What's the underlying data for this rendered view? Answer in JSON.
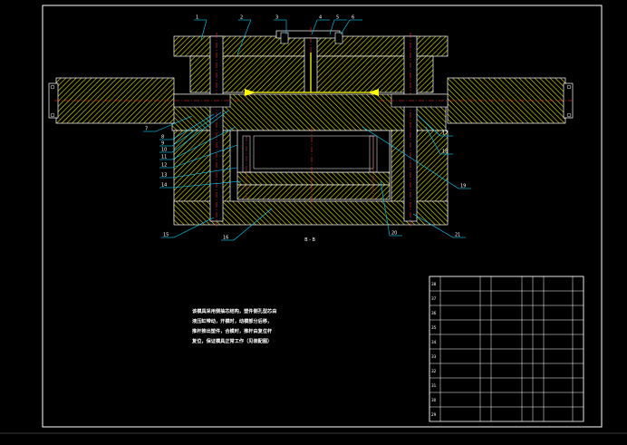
{
  "drawing": {
    "section_label": "B - B",
    "notes": [
      "该模具采用侧抽芯结构，塑件侧孔型芯由",
      "液压缸带动，开模时，动模部分后移，",
      "推杆推出塑件，合模时，推杆由复位杆",
      "复位，保证模具正常工作（见装配图）"
    ],
    "callouts": [
      "1",
      "2",
      "3",
      "4",
      "5",
      "6",
      "7",
      "8",
      "9",
      "10",
      "11",
      "12",
      "13",
      "14",
      "15",
      "16",
      "17",
      "18",
      "19",
      "20",
      "21"
    ],
    "table_rows": [
      [
        "38",
        "",
        "",
        "",
        "",
        "",
        ""
      ],
      [
        "37",
        "",
        "",
        "",
        "",
        "",
        ""
      ],
      [
        "36",
        "",
        "",
        "",
        "",
        "",
        ""
      ],
      [
        "35",
        "",
        "",
        "",
        "",
        "",
        ""
      ],
      [
        "34",
        "",
        "",
        "",
        "",
        "",
        ""
      ],
      [
        "33",
        "",
        "",
        "",
        "",
        "",
        ""
      ],
      [
        "32",
        "",
        "",
        "",
        "",
        "",
        ""
      ],
      [
        "31",
        "",
        "",
        "",
        "",
        "",
        ""
      ],
      [
        "30",
        "",
        "",
        "",
        "",
        "",
        ""
      ],
      [
        "29",
        "",
        "",
        "",
        "",
        "",
        ""
      ]
    ],
    "colors": {
      "hatch": "#d4d400",
      "outline": "#ffffff",
      "centerline": "#ff3030",
      "leader": "#00d0ff",
      "flow": "#ffff00"
    }
  }
}
